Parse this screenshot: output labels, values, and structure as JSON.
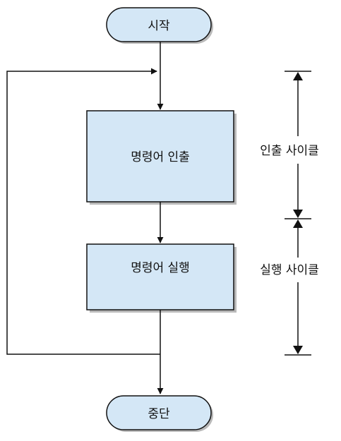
{
  "nodes": {
    "start": "시작",
    "fetch": "명령어 인출",
    "execute": "명령어 실행",
    "stop": "중단"
  },
  "cycles": {
    "fetch": "인출 사이클",
    "execute": "실행 사이클"
  },
  "colors": {
    "node_fill": "#d4e7f6",
    "stroke": "#111111",
    "shadow": "#b9b9b9"
  }
}
